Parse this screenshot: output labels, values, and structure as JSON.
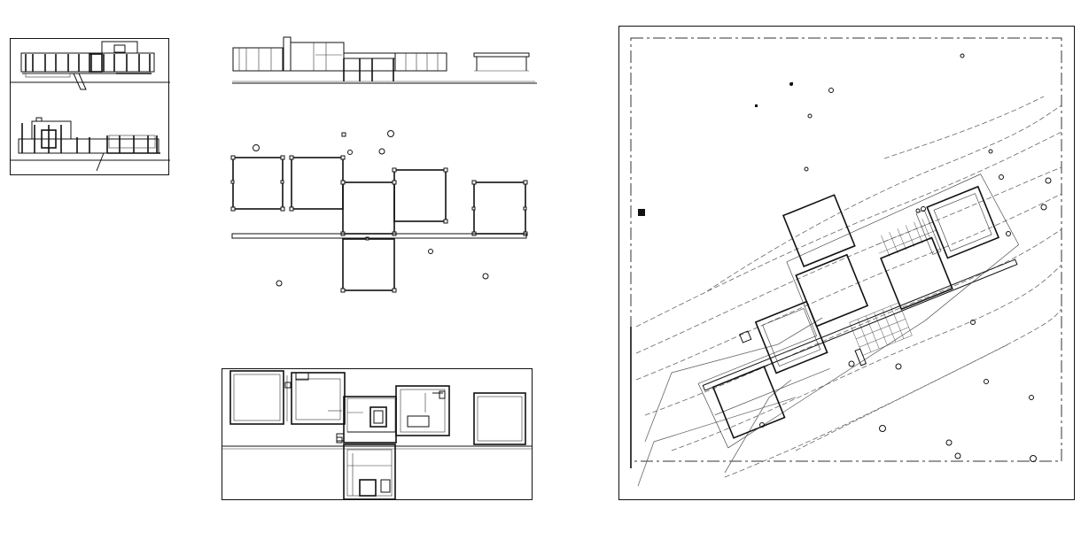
{
  "sheet": {
    "panels": [
      {
        "id": "elevations-thumbnail",
        "kind": "elevation"
      },
      {
        "id": "south-elevation",
        "kind": "elevation"
      },
      {
        "id": "structural-grid-plan",
        "kind": "plan"
      },
      {
        "id": "floor-plan",
        "kind": "plan"
      },
      {
        "id": "site-plan",
        "kind": "site-plan"
      }
    ],
    "colors": {
      "ink": "#111111",
      "paper": "#ffffff",
      "grey": "#666666"
    }
  }
}
